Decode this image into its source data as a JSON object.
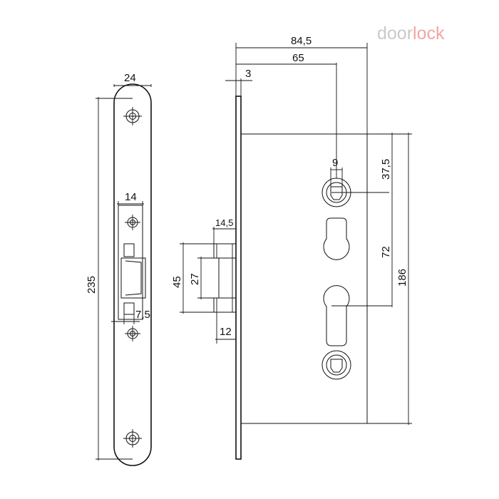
{
  "brand": {
    "part1": "door",
    "part2": "lock",
    "color_gray": "#c9c9c9",
    "color_red": "#f2a6a6"
  },
  "dimensions": {
    "faceplate_width": "24",
    "faceplate_height": "235",
    "strike_width": "14",
    "strike_offset": "7,5",
    "backset_total": "84,5",
    "backset": "65",
    "plate_thickness": "3",
    "latch_projection": "14,5",
    "latch_height": "45",
    "latch_inner": "27",
    "bolt_projection": "12",
    "spindle": "9",
    "top_offset": "37,5",
    "center_distance": "72",
    "case_height": "186"
  }
}
